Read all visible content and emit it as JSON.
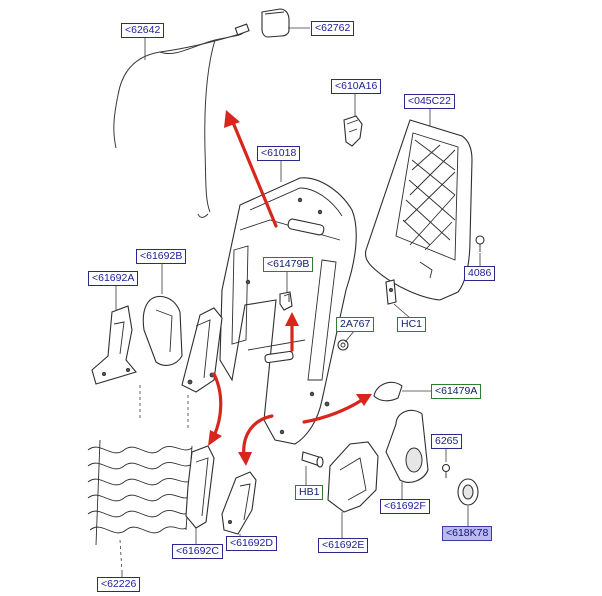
{
  "callouts": [
    {
      "id": "62642",
      "text": "<62642",
      "style": "plain"
    },
    {
      "id": "62762",
      "text": "<62762",
      "style": "plain"
    },
    {
      "id": "610A16",
      "text": "<610A16",
      "style": "plain"
    },
    {
      "id": "045C22",
      "text": "<045C22",
      "style": "plain"
    },
    {
      "id": "61018",
      "text": "<61018",
      "style": "plain"
    },
    {
      "id": "61692B",
      "text": "<61692B",
      "style": "plain"
    },
    {
      "id": "61479B",
      "text": "<61479B",
      "style": "green"
    },
    {
      "id": "61692A",
      "text": "<61692A",
      "style": "plain"
    },
    {
      "id": "4086",
      "text": "4086",
      "style": "plain"
    },
    {
      "id": "2A767",
      "text": "2A767",
      "style": "green"
    },
    {
      "id": "HC1",
      "text": "HC1",
      "style": "green"
    },
    {
      "id": "61479A",
      "text": "<61479A",
      "style": "green"
    },
    {
      "id": "6265",
      "text": "6265",
      "style": "plain"
    },
    {
      "id": "HB1",
      "text": "HB1",
      "style": "green"
    },
    {
      "id": "61692F",
      "text": "<61692F",
      "style": "plain"
    },
    {
      "id": "618K78",
      "text": "<618K78",
      "style": "selected"
    },
    {
      "id": "61692C",
      "text": "<61692C",
      "style": "plain"
    },
    {
      "id": "61692D",
      "text": "<61692D",
      "style": "plain"
    },
    {
      "id": "61692E",
      "text": "<61692E",
      "style": "plain"
    },
    {
      "id": "62226",
      "text": "<62226",
      "style": "plain"
    }
  ]
}
